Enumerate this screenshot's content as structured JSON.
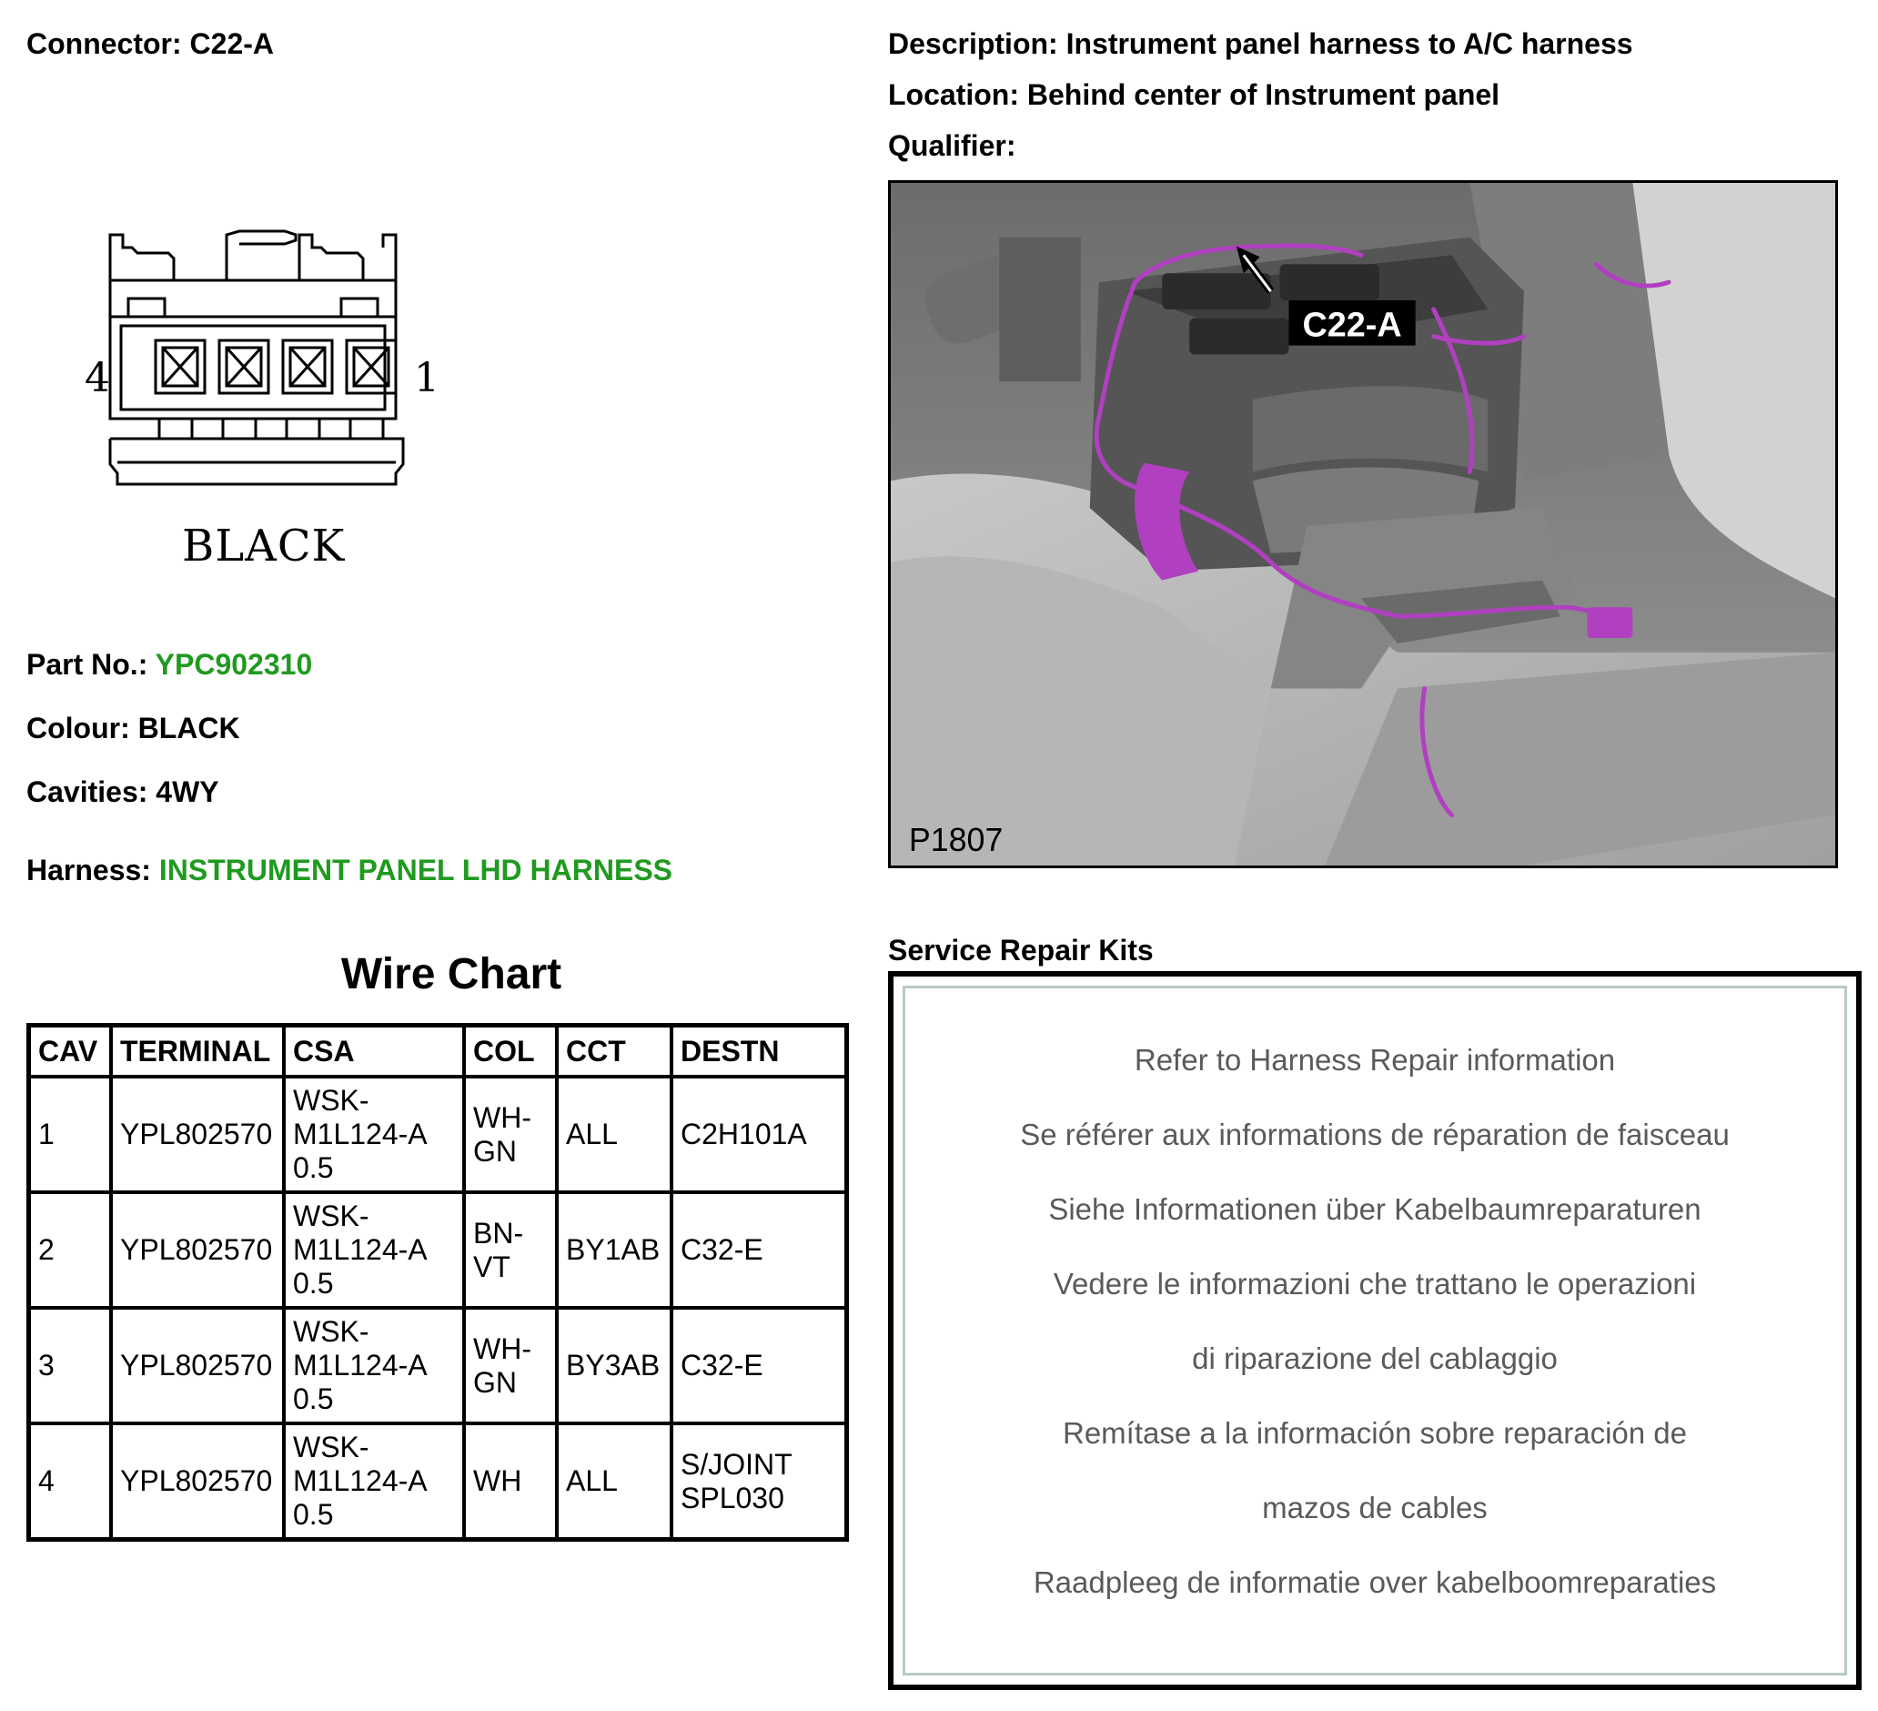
{
  "connector": {
    "label": "Connector:",
    "value": "C22-A"
  },
  "description": {
    "label": "Description:",
    "value": "Instrument panel harness to A/C harness"
  },
  "location": {
    "label": "Location:",
    "value": "Behind center of Instrument panel"
  },
  "qualifier": {
    "label": "Qualifier:",
    "value": ""
  },
  "diagram": {
    "pin_left": "4",
    "pin_right": "1",
    "colour": "BLACK"
  },
  "part_no": {
    "label": "Part No.:",
    "value": "YPC902310"
  },
  "colour": {
    "label": "Colour:",
    "value": "BLACK"
  },
  "cavities": {
    "label": "Cavities:",
    "value": "4WY"
  },
  "harness": {
    "label": "Harness:",
    "value": "INSTRUMENT PANEL LHD HARNESS"
  },
  "photo": {
    "callout": "C22-A",
    "ref": "P1807"
  },
  "wire_chart": {
    "title": "Wire Chart",
    "headers": [
      "CAV",
      "TERMINAL",
      "CSA",
      "COL",
      "CCT",
      "DESTN"
    ],
    "rows": [
      {
        "cav": "1",
        "terminal": "YPL802570",
        "csa": [
          "WSK-",
          "M1L124-A",
          "0.5"
        ],
        "col": [
          "WH-",
          "GN"
        ],
        "cct": "ALL",
        "destn": [
          "C2H101A"
        ]
      },
      {
        "cav": "2",
        "terminal": "YPL802570",
        "csa": [
          "WSK-",
          "M1L124-A",
          "0.5"
        ],
        "col": [
          "BN-",
          "VT"
        ],
        "cct": "BY1AB",
        "destn": [
          "C32-E"
        ]
      },
      {
        "cav": "3",
        "terminal": "YPL802570",
        "csa": [
          "WSK-",
          "M1L124-A",
          "0.5"
        ],
        "col": [
          "WH-",
          "GN"
        ],
        "cct": "BY3AB",
        "destn": [
          "C32-E"
        ]
      },
      {
        "cav": "4",
        "terminal": "YPL802570",
        "csa": [
          "WSK-",
          "M1L124-A",
          "0.5"
        ],
        "col": [
          "WH"
        ],
        "cct": "ALL",
        "destn": [
          "S/JOINT",
          "SPL030"
        ]
      }
    ]
  },
  "service_repair": {
    "title": "Service Repair Kits",
    "lines": [
      "Refer to Harness Repair information",
      "Se référer aux informations de réparation de faisceau",
      "Siehe Informationen über Kabelbaumreparaturen",
      "Vedere le informazioni che trattano le operazioni",
      "di riparazione del cablaggio",
      "Remítase a la información sobre reparación de",
      "mazos de cables",
      "Raadpleeg de informatie over kabelboomreparaties"
    ]
  },
  "colors": {
    "green_text": "#1f9a1f",
    "harness_purple": "#b040c0",
    "kits_text": "#5a5a5a"
  }
}
